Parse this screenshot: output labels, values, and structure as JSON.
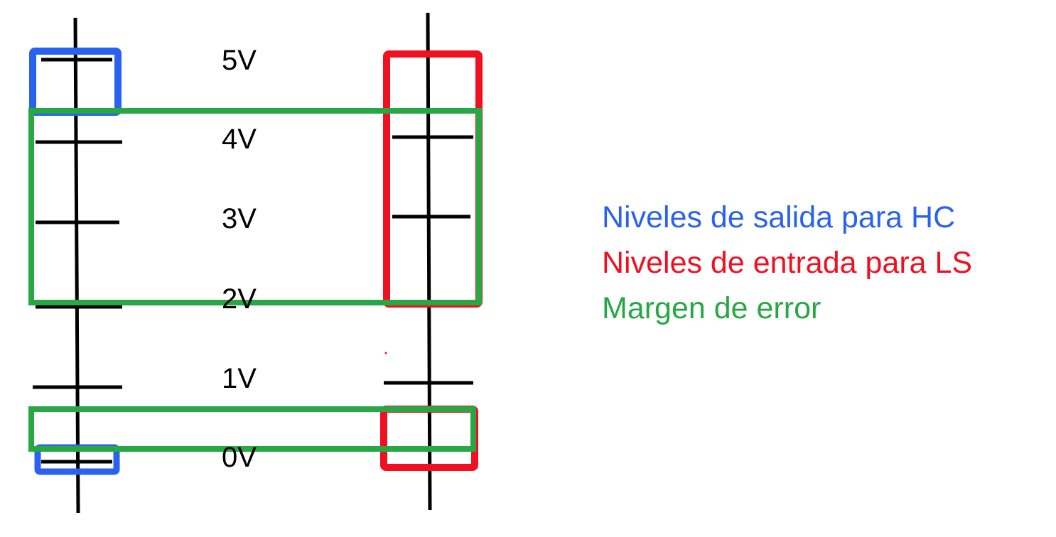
{
  "diagram": {
    "voltage_labels": [
      "5V",
      "4V",
      "3V",
      "2V",
      "1V",
      "0V"
    ],
    "colors": {
      "hc_output": "#2a62f0",
      "ls_input": "#f01020",
      "error_margin": "#28a745",
      "axis": "#000000"
    }
  },
  "legend": {
    "items": [
      {
        "label": "Niveles de salida para HC",
        "color": "#2a62f0"
      },
      {
        "label": "Niveles de entrada para LS",
        "color": "#f01020"
      },
      {
        "label": "Margen de error",
        "color": "#28a745"
      }
    ]
  }
}
